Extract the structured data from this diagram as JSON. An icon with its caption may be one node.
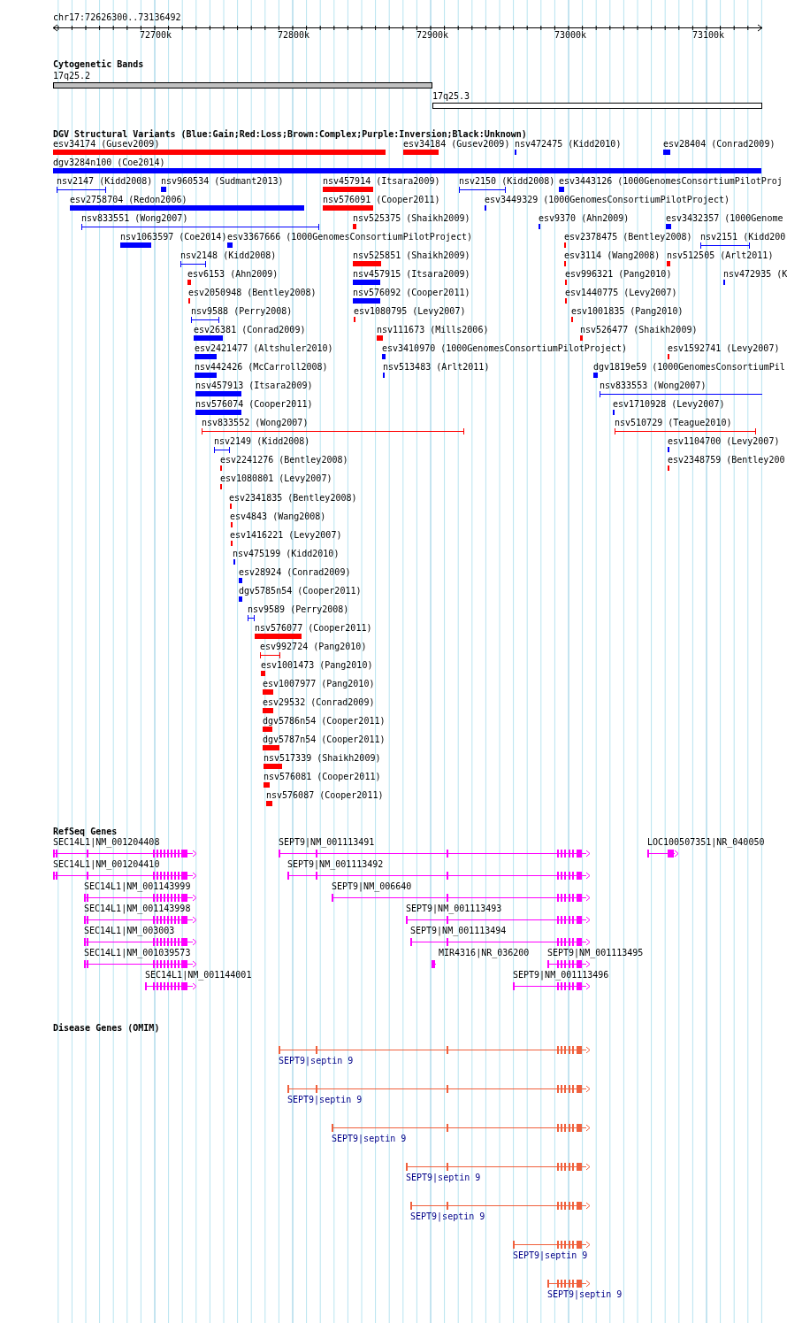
{
  "diagram": {
    "labels": [
      "chr17:72626300..73136492",
      "72700k",
      "72800k",
      "72900k",
      "73000k",
      "73100k",
      "Cytogenetic Bands",
      "17q25.2",
      "17q25.3",
      "DGV Structural Variants (Blue:Gain;Red:Loss;Brown:Complex;Purple:Inversion;Black:Unknown)",
      "esv34174 (Gusev2009)",
      "esv34184 (Gusev2009)",
      "nsv472475 (Kidd2010)",
      "esv28404 (Conrad2009)",
      "dgv3284n100 (Coe2014)",
      "nsv2147 (Kidd2008)",
      "nsv960534 (Sudmant2013)",
      "nsv457914 (Itsara2009)",
      "nsv2150 (Kidd2008)",
      "esv3443126 (1000GenomesConsortiumPilotProj",
      "esv2758704 (Redon2006)",
      "nsv576091 (Cooper2011)",
      "esv3449329 (1000GenomesConsortiumPilotProject)",
      "nsv833551 (Wong2007)",
      "nsv525375 (Shaikh2009)",
      "esv9370 (Ahn2009)",
      "esv3432357 (1000Genome",
      "nsv1063597 (Coe2014)",
      "esv3367666 (1000GenomesConsortiumPilotProject)",
      "esv2378475 (Bentley2008)",
      "nsv2151 (Kidd200",
      "nsv2148 (Kidd2008)",
      "nsv525851 (Shaikh2009)",
      "esv3114 (Wang2008)",
      "nsv512505 (Arlt2011)",
      "esv6153 (Ahn2009)",
      "nsv457915 (Itsara2009)",
      "esv996321 (Pang2010)",
      "nsv472935 (K",
      "esv2050948 (Bentley2008)",
      "nsv576092 (Cooper2011)",
      "esv1440775 (Levy2007)",
      "nsv9588 (Perry2008)",
      "esv1080795 (Levy2007)",
      "esv1001835 (Pang2010)",
      "esv26381 (Conrad2009)",
      "nsv111673 (Mills2006)",
      "nsv526477 (Shaikh2009)",
      "esv2421477 (Altshuler2010)",
      "esv3410970 (1000GenomesConsortiumPilotProject)",
      "esv1592741 (Levy2007)",
      "nsv442426 (McCarroll2008)",
      "nsv513483 (Arlt2011)",
      "dgv1819e59 (1000GenomesConsortiumPil",
      "nsv457913 (Itsara2009)",
      "nsv833553 (Wong2007)",
      "nsv576074 (Cooper2011)",
      "esv1710928 (Levy2007)",
      "nsv833552 (Wong2007)",
      "nsv510729 (Teague2010)",
      "nsv2149 (Kidd2008)",
      "esv1104700 (Levy2007)",
      "esv2241276 (Bentley2008)",
      "esv2348759 (Bentley200",
      "esv1080801 (Levy2007)",
      "esv2341835 (Bentley2008)",
      "esv4843 (Wang2008)",
      "esv1416221 (Levy2007)",
      "nsv475199 (Kidd2010)",
      "esv28924 (Conrad2009)",
      "dgv5785n54 (Cooper2011)",
      "nsv9589 (Perry2008)",
      "nsv576077 (Cooper2011)",
      "esv992724 (Pang2010)",
      "esv1001473 (Pang2010)",
      "esv1007977 (Pang2010)",
      "esv29532 (Conrad2009)",
      "dgv5786n54 (Cooper2011)",
      "dgv5787n54 (Cooper2011)",
      "nsv517339 (Shaikh2009)",
      "nsv576081 (Cooper2011)",
      "nsv576087 (Cooper2011)",
      "RefSeq Genes",
      "SEC14L1|NM_001204408",
      "SEPT9|NM_001113491",
      "LOC100507351|NR_040050",
      "SEC14L1|NM_001204410",
      "SEPT9|NM_001113492",
      "SEC14L1|NM_001143999",
      "SEPT9|NM_006640",
      "SEC14L1|NM_001143998",
      "SEPT9|NM_001113493",
      "SEC14L1|NM_003003",
      "SEPT9|NM_001113494",
      "SEC14L1|NM_001039573",
      "MIR4316|NR_036200",
      "SEPT9|NM_001113495",
      "SEC14L1|NM_001144001",
      "SEPT9|NM_001113496",
      "Disease Genes (OMIM)",
      "SEPT9|septin 9",
      "SEPT9|septin 9",
      "SEPT9|septin 9",
      "SEPT9|septin 9",
      "SEPT9|septin 9",
      "SEPT9|septin 9",
      "SEPT9|septin 9"
    ]
  }
}
